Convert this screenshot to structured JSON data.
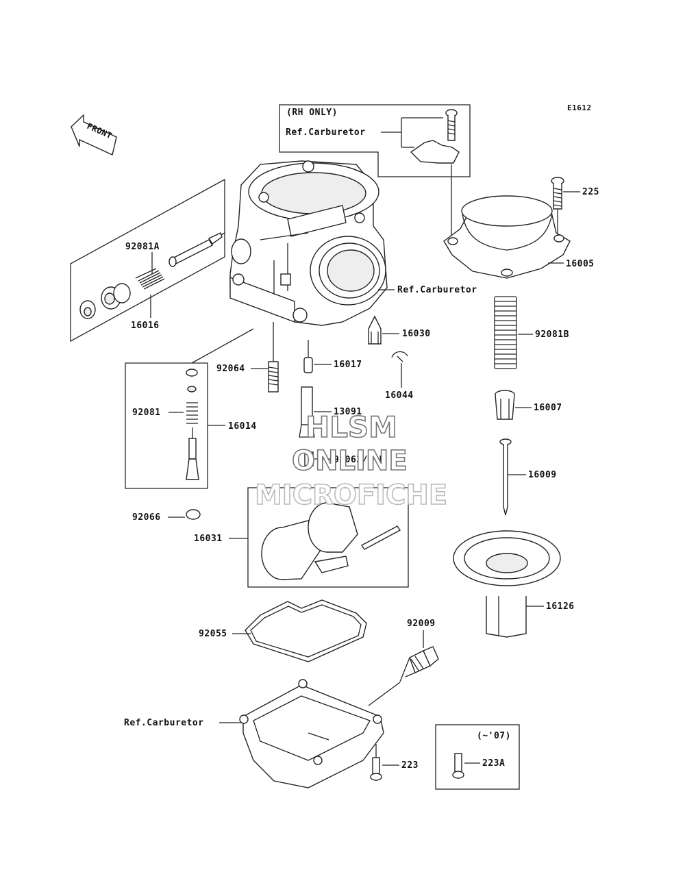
{
  "diagram_code": "E1612",
  "front_arrow_label": "FRONT",
  "watermark": {
    "line1": "HLSM",
    "line2": "ONLINE",
    "line3": "MICROFICHE"
  },
  "boxes": {
    "rh_only": {
      "title": "(RH ONLY)",
      "ref": "Ref.Carburetor"
    },
    "year_note": {
      "title": "(~'07)",
      "part": "223A"
    }
  },
  "refs": {
    "carb_body": "Ref.Carburetor",
    "float_bowl": "Ref.Carburetor"
  },
  "parts": {
    "p225": "225",
    "p16005": "16005",
    "p92081B": "92081B",
    "p16007": "16007",
    "p16009": "16009",
    "p16126": "16126",
    "p92081A": "92081A",
    "p16016": "16016",
    "p16030": "16030",
    "p16017": "16017",
    "p92064": "92064",
    "p16044": "16044",
    "p13091": "13091",
    "p92081": "92081",
    "p16014": "16014",
    "p92063": "92063/A~D",
    "p92066": "92066",
    "p16031": "16031",
    "p92055": "92055",
    "p92009": "92009",
    "p223": "223"
  }
}
